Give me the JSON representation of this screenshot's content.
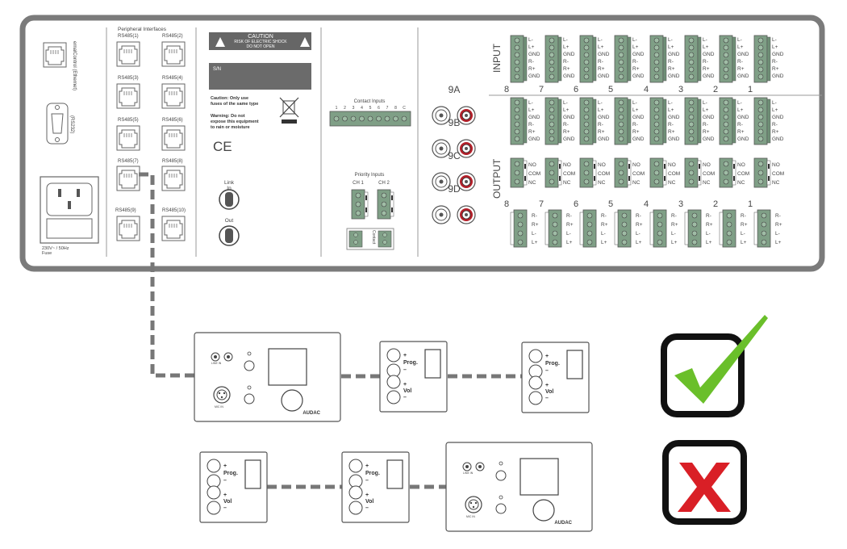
{
  "rear_panel": {
    "ethernet_label": "ernalControl (Ethernet)",
    "rs232_label": "(RS232)",
    "power_label": "230V~ / 50Hz",
    "fuse_label": "Fuse",
    "peripheral_title": "Peripheral Interfaces",
    "rs485_ports": [
      "RS485(1)",
      "RS485(2)",
      "RS485(3)",
      "RS485(4)",
      "RS485(5)",
      "RS485(6)",
      "RS485(7)",
      "RS485(8)",
      "RS485(9)",
      "RS485(10)"
    ],
    "caution_title": "CAUTION",
    "caution_line1": "RISK OF ELECTRIC SHOCK",
    "caution_line2": "DO NOT OPEN",
    "sn_label": "S/N",
    "caution_fuse_1": "Caution: Only use",
    "caution_fuse_2": "fuses of the same type",
    "warning_1": "Warning: Do not",
    "warning_2": "expose this equipment",
    "warning_3": "to rain or moisture",
    "ce_mark": "CE",
    "link_in_label": "Link",
    "link_in_sub": "In",
    "link_out_label": "Out",
    "contact_inputs_title": "Contact Inputs",
    "contact_inputs_pins": [
      "1",
      "2",
      "3",
      "4",
      "5",
      "6",
      "7",
      "8",
      "C"
    ],
    "priority_inputs_title": "Priority Inputs",
    "priority_ch1": "CH 1",
    "priority_ch2": "CH 2",
    "contact_label": "Contact",
    "rca_labels": [
      "9A",
      "9B",
      "9C",
      "9D"
    ],
    "input_label": "INPUT",
    "output_label": "OUTPUT",
    "channel_numbers": [
      "8",
      "7",
      "6",
      "5",
      "4",
      "3",
      "2",
      "1"
    ],
    "input_pins": [
      "L-",
      "L+",
      "GND",
      "R-",
      "R+",
      "GND"
    ],
    "relay_pins": [
      "NO",
      "COM",
      "NC"
    ],
    "speaker_pins": [
      "R-",
      "R+",
      "L-",
      "L+"
    ]
  },
  "wall_panels": {
    "linein_label": "LINE IN",
    "micin_label": "MIC IN",
    "brand": "AUDAC",
    "prog_plus": "+",
    "prog_label": "Prog.",
    "prog_minus": "–",
    "vol_plus": "+",
    "vol_label": "Vol",
    "vol_minus": "–"
  },
  "status": {
    "correct_icon": "checkmark-icon",
    "wrong_icon": "cross-icon",
    "check_color": "#6abf2a",
    "cross_color": "#d91f26"
  }
}
